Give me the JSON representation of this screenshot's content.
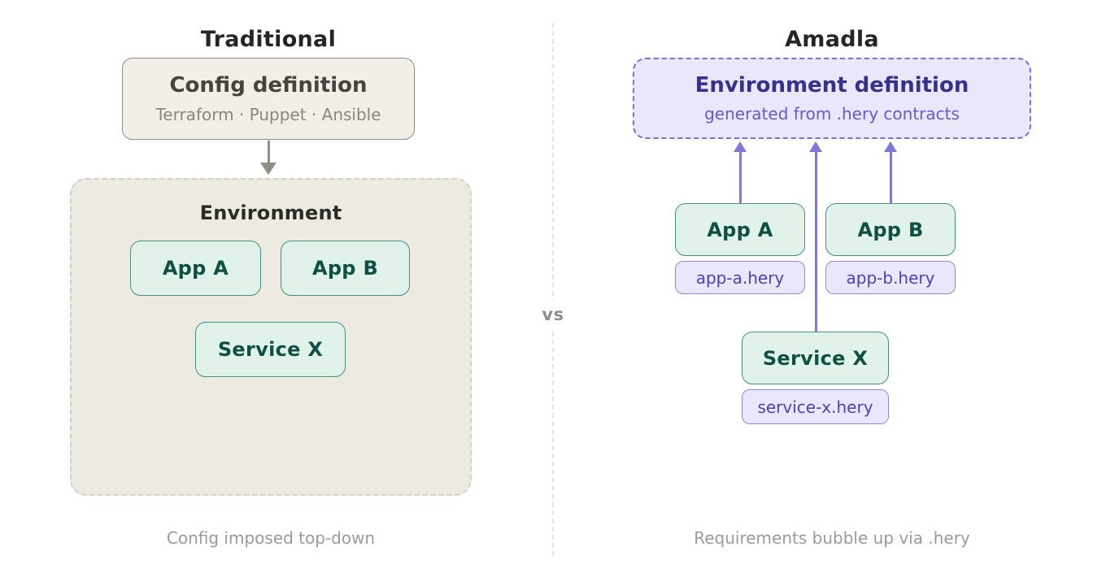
{
  "left": {
    "title": "Traditional",
    "config_box": {
      "title": "Config definition",
      "subtitle": "Terraform · Puppet · Ansible"
    },
    "environment_box": {
      "title": "Environment",
      "apps": [
        "App A",
        "App B",
        "Service X"
      ]
    },
    "caption": "Config imposed top-down"
  },
  "divider": {
    "vs": "vs"
  },
  "right": {
    "title": "Amadla",
    "environment_definition_box": {
      "title": "Environment definition",
      "subtitle": "generated from .hery contracts"
    },
    "nodes": [
      {
        "label": "App A",
        "file": "app-a.hery"
      },
      {
        "label": "App B",
        "file": "app-b.hery"
      },
      {
        "label": "Service X",
        "file": "service-x.hery"
      }
    ],
    "caption": "Requirements bubble up via .hery"
  },
  "colors": {
    "mint_bg": "#e1f2ea",
    "teal_border": "#44907a",
    "teal_text": "#0e5144",
    "beige_bg": "#f2efe8",
    "env_beige_bg": "#edeae1",
    "lavender_bg": "#eae7fa",
    "purple_accent": "#8176da",
    "indigo_text": "#38308f",
    "gray_arrow": "#8f8f87",
    "caption_gray": "#9a9a96"
  }
}
